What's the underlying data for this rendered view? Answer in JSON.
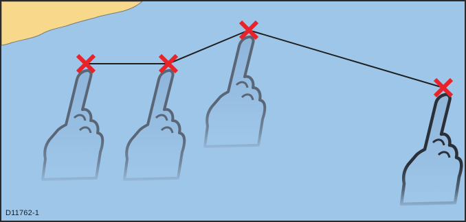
{
  "figure": {
    "id_label": "D11762-1"
  },
  "colors": {
    "water": "#9ec6e9",
    "land": "#f8d98b",
    "coastline": "#7a7a7a",
    "border": "#2a2a2a",
    "route_line": "#1f1f1f",
    "marker": "#e8242a",
    "hand_outline": "#5a6676",
    "hand_outline_active": "#2a2f38"
  },
  "waypoints": [
    {
      "name": "waypoint-1",
      "icon": "cross-marker"
    },
    {
      "name": "waypoint-2",
      "icon": "cross-marker"
    },
    {
      "name": "waypoint-3",
      "icon": "cross-marker"
    },
    {
      "name": "waypoint-4",
      "icon": "cross-marker"
    }
  ],
  "hands": [
    {
      "name": "finger-tap-1",
      "icon": "pointing-hand-icon",
      "active": false
    },
    {
      "name": "finger-tap-2",
      "icon": "pointing-hand-icon",
      "active": false
    },
    {
      "name": "finger-tap-3",
      "icon": "pointing-hand-icon",
      "active": false
    },
    {
      "name": "finger-tap-4",
      "icon": "pointing-hand-icon",
      "active": true
    }
  ]
}
